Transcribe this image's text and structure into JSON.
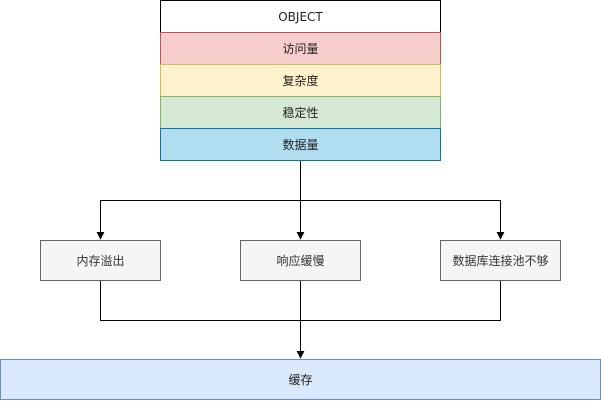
{
  "object_box": {
    "title": "OBJECT",
    "rows": [
      {
        "label": "访问量",
        "fill": "#f8cecc",
        "stroke": "#b85450"
      },
      {
        "label": "复杂度",
        "fill": "#fff2cc",
        "stroke": "#d6b656"
      },
      {
        "label": "稳定性",
        "fill": "#d5e8d4",
        "stroke": "#82b366"
      },
      {
        "label": "数据量",
        "fill": "#b1ddf0",
        "stroke": "#10739e"
      }
    ]
  },
  "problems": [
    {
      "label": "内存溢出"
    },
    {
      "label": "响应缓慢"
    },
    {
      "label": "数据库连接池不够"
    }
  ],
  "solution": {
    "label": "缓存",
    "fill": "#dae8fc",
    "stroke": "#6c8ebf"
  },
  "colors": {
    "problem_fill": "#f5f5f5",
    "problem_stroke": "#666666",
    "line": "#000000"
  }
}
